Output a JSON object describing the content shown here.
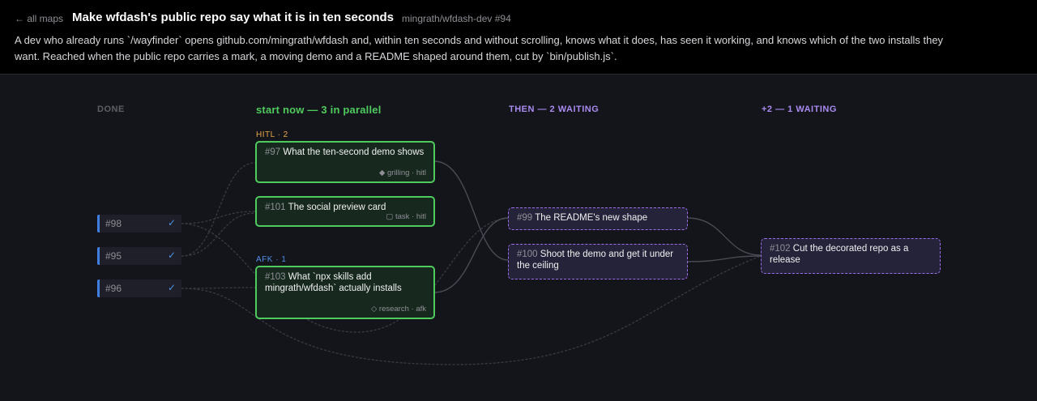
{
  "header": {
    "back_label": "← all maps",
    "title": "Make wfdash's public repo say what it is in ten seconds",
    "repo_ref": "mingrath/wfdash-dev #94",
    "goal": "A dev who already runs `/wayfinder` opens github.com/mingrath/wfdash and, within ten seconds and without scrolling, knows what it does, has seen it working, and knows which of the two installs they want. Reached when the public repo carries a mark, a moving demo and a README shaped around them, cut by `bin/publish.js`."
  },
  "columns": {
    "done": "DONE",
    "now": "start now — 3 in parallel",
    "then": "THEN — 2 WAITING",
    "later": "+2 — 1 WAITING"
  },
  "groups": {
    "hitl": "HITL · 2",
    "afk": "AFK · 1"
  },
  "done_items": [
    {
      "num": "#98",
      "check": "✓"
    },
    {
      "num": "#95",
      "check": "✓"
    },
    {
      "num": "#96",
      "check": "✓"
    }
  ],
  "now_cards": [
    {
      "num": "#97",
      "title": "What the ten-second demo shows",
      "meta": "◆ grilling · hitl"
    },
    {
      "num": "#101",
      "title": "The social preview card",
      "meta": "▢ task · hitl"
    },
    {
      "num": "#103",
      "title": "What `npx skills add mingrath/wfdash` actually installs",
      "meta": "◇ research · afk"
    }
  ],
  "then_cards": [
    {
      "num": "#99",
      "title": "The README's new shape"
    },
    {
      "num": "#100",
      "title": "Shoot the demo and get it under the ceiling"
    }
  ],
  "later_cards": [
    {
      "num": "#102",
      "title": "Cut the decorated repo as a release"
    }
  ],
  "colors": {
    "now": "#4ecb5c",
    "waiting": "#9d6ee8",
    "done": "#3f7de0",
    "hitl": "#e8a84a",
    "afk": "#4f8fe8"
  }
}
